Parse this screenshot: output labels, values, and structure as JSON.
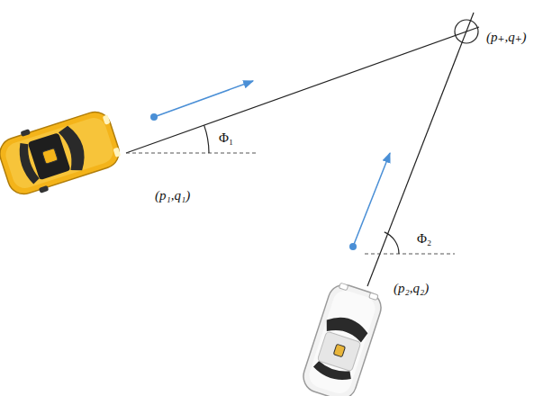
{
  "diagram": {
    "labels": [
      "(p₊,q₊)",
      "Φ₁",
      "(p₁,q₁)",
      "Φ₂",
      "(p₂,q₂)"
    ]
  }
}
